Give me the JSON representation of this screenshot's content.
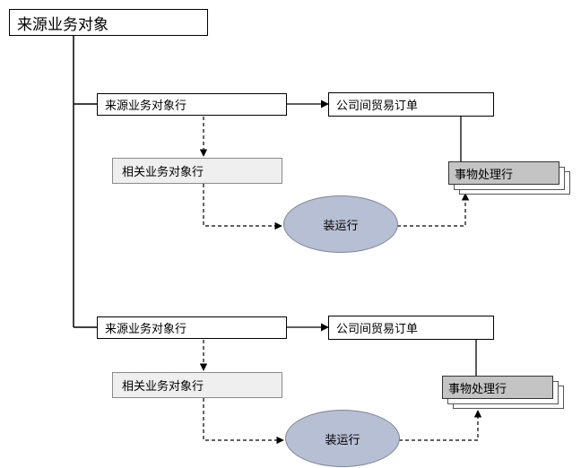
{
  "root": {
    "label": "来源业务对象"
  },
  "groups": [
    {
      "source_line": "来源业务对象行",
      "related_line": "相关业务对象行",
      "trade_order": "公司间贸易订单",
      "transaction": "事物处理行",
      "shipment": "装运行"
    },
    {
      "source_line": "来源业务对象行",
      "related_line": "相关业务对象行",
      "trade_order": "公司间贸易订单",
      "transaction": "事物处理行",
      "shipment": "装运行"
    }
  ],
  "colors": {
    "ellipse_fill": "#b6bfd4",
    "related_fill": "#efefef",
    "transaction_fill": "#c4c4c4"
  }
}
